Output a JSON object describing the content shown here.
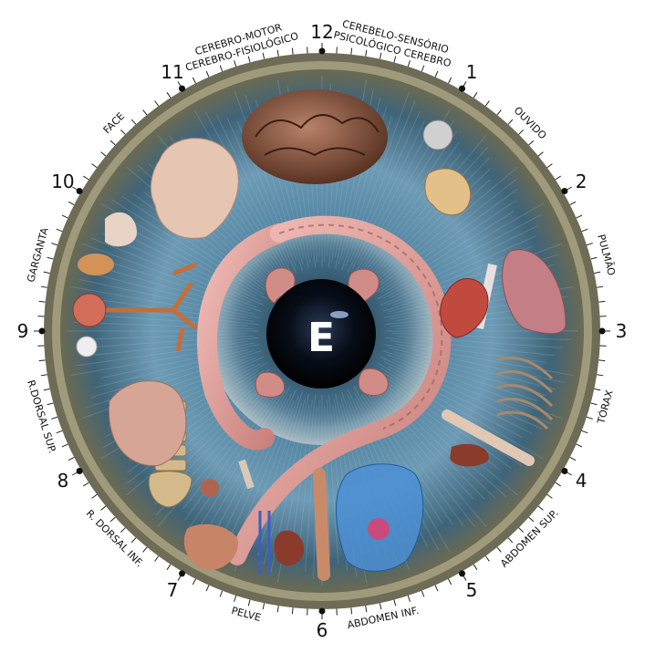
{
  "center_label": "E",
  "clock_numbers": [
    "12",
    "1",
    "2",
    "3",
    "4",
    "5",
    "6",
    "7",
    "8",
    "9",
    "10",
    "11"
  ],
  "zones": [
    {
      "id": "cerebelo-sensorio",
      "lines": [
        "CEREBELO-SENSÓRIO",
        "PSICOLÓGICO CEREBRO"
      ]
    },
    {
      "id": "cerebro-motor",
      "lines": [
        "CEREBRO-MOTOR",
        "CEREBRO-FISIOLÓGICO"
      ]
    },
    {
      "id": "ouvido",
      "lines": [
        "OUVIDO"
      ]
    },
    {
      "id": "pulmao",
      "lines": [
        "PULMÃO"
      ]
    },
    {
      "id": "torax",
      "lines": [
        "TÓRAX"
      ]
    },
    {
      "id": "abdomen-sup",
      "lines": [
        "ABDOMEN SUP."
      ]
    },
    {
      "id": "abdomen-inf",
      "lines": [
        "ABDOMEN INF."
      ]
    },
    {
      "id": "pelve",
      "lines": [
        "PELVE"
      ]
    },
    {
      "id": "r-dorsal-inf",
      "lines": [
        "R. DORSAL INF."
      ]
    },
    {
      "id": "r-dorsal-sup",
      "lines": [
        "R.DORSAL SUP."
      ]
    },
    {
      "id": "garganta",
      "lines": [
        "GARGANTA"
      ]
    },
    {
      "id": "face",
      "lines": [
        "FACE"
      ]
    }
  ],
  "icons": [
    "brain-icon",
    "head-face-icon",
    "ear-icon",
    "lung-icon",
    "heart-icon",
    "ribcage-icon",
    "spine-icon",
    "kidney-icon",
    "leg-icon",
    "torso-icon",
    "intestine-icon",
    "stomach-icon",
    "trachea-icon",
    "throat-icon",
    "arm-icon",
    "liver-icon",
    "pelvis-icon",
    "bladder-icon"
  ],
  "colors": {
    "iris_blue": "#5d8aa6",
    "iris_dark": "#2f4d60",
    "rim": "#8c8870",
    "pupil": "#050b14",
    "intestine": "#e6a3a0",
    "organ_flesh": "#c98a7a",
    "bone": "#d9cfb6"
  }
}
